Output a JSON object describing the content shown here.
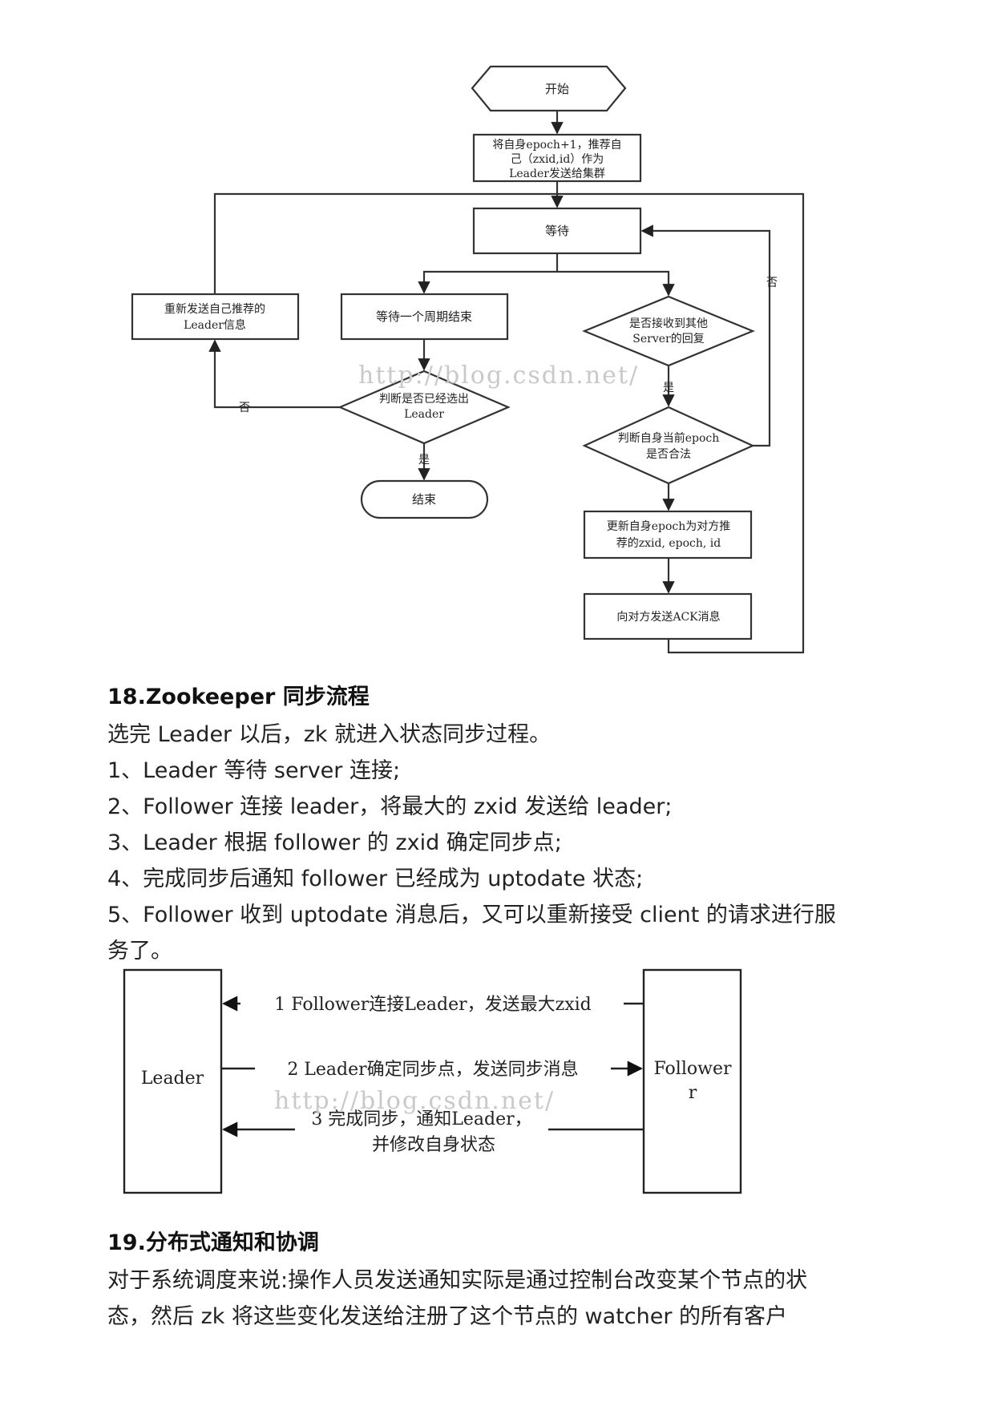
{
  "flowchart1": {
    "start": "开始",
    "init_lines": [
      "将自身epoch+1，推荐自",
      "己（zxid,id）作为",
      "Leader发送给集群"
    ],
    "wait": "等待",
    "resend_lines": [
      "重新发送自己推荐的",
      "Leader信息"
    ],
    "wait_period": "等待一个周期结束",
    "received_lines": [
      "是否接收到其他",
      "Server的回复"
    ],
    "leader_check_lines": [
      "判断是否已经选出",
      "Leader"
    ],
    "epoch_check_lines": [
      "判断自身当前epoch",
      "是否合法"
    ],
    "update_lines": [
      "更新自身epoch为对方推",
      "荐的zxid, epoch, id"
    ],
    "send_ack": "向对方发送ACK消息",
    "end": "结束",
    "yes": "是",
    "no": "否",
    "watermark": "http://blog.csdn.net/"
  },
  "section18": {
    "heading": "18.Zookeeper 同步流程",
    "lines": [
      "选完 Leader 以后，zk 就进入状态同步过程。",
      "1、Leader 等待 server 连接;",
      "2、Follower 连接 leader，将最大的 zxid 发送给 leader;",
      "3、Leader 根据 follower 的 zxid 确定同步点;",
      "4、完成同步后通知 follower 已经成为 uptodate 状态;",
      "5、Follower 收到 uptodate 消息后，又可以重新接受 client 的请求进行服",
      "务了。"
    ]
  },
  "diagram2": {
    "leader": "Leader",
    "follower_lines": [
      "Follower",
      "r"
    ],
    "msg1": "1 Follower连接Leader，发送最大zxid",
    "msg2": "2 Leader确定同步点，发送同步消息",
    "msg3_lines": [
      "3 完成同步，通知Leader，",
      "并修改自身状态"
    ],
    "watermark": "http://blog.csdn.net/"
  },
  "section19": {
    "heading": "19.分布式通知和协调",
    "lines": [
      "对于系统调度来说:操作人员发送通知实际是通过控制台改变某个节点的状",
      "态，然后 zk 将这些变化发送给注册了这个节点的 watcher 的所有客户"
    ]
  }
}
